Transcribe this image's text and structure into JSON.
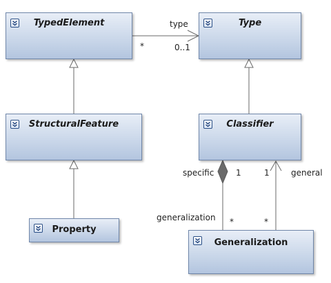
{
  "classes": {
    "typed_element": "TypedElement",
    "type": "Type",
    "structural_feature": "StructuralFeature",
    "classifier": "Classifier",
    "property": "Property",
    "generalization": "Generalization"
  },
  "associations": {
    "type": {
      "role": "type",
      "source_multiplicity": "*",
      "target_multiplicity": "0..1"
    },
    "specific": {
      "role": "specific",
      "multiplicity": "1",
      "end_role": "generalization",
      "end_multiplicity": "*"
    },
    "general": {
      "role": "general",
      "multiplicity": "1",
      "end_multiplicity": "*"
    }
  },
  "icon": "expand-chevron-icon",
  "colors": {
    "node_fill": "#c5d4e8",
    "node_border": "#6f86a9",
    "line": "#6a6a6a"
  }
}
